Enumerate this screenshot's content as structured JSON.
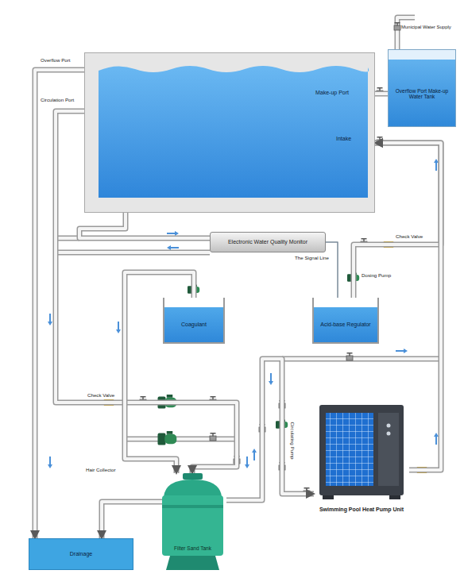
{
  "diagram": {
    "nodes": [
      {
        "text": [
          "Make-up Port",
          "Intake"
        ]
      },
      {
        "text": [
          "Overflow Port Make-up Water Tank"
        ]
      },
      {
        "text": [
          "Electronic Water Quality Monitor"
        ]
      },
      {
        "text": [
          "Coagulant"
        ]
      },
      {
        "text": [
          "Acid-base Regulator"
        ]
      },
      {
        "text": [
          "Swimming Pool Heat Pump Unit"
        ]
      },
      {
        "text": [
          "Filter Sand Tank"
        ]
      },
      {
        "text": [
          "Drainage"
        ]
      }
    ],
    "edges": [
      {
        "from": 1,
        "to": 0,
        "arrow": "none"
      },
      {
        "from": 0,
        "to": 7,
        "arrow": "to"
      },
      {
        "from": 0,
        "to": 6,
        "arrow": "to"
      },
      {
        "from": 2,
        "to": 0,
        "arrow": "none"
      },
      {
        "from": 2,
        "to": 4,
        "label": "The Signal Line",
        "arrow": "none"
      },
      {
        "from": 3,
        "to": 6,
        "arrow": "to"
      },
      {
        "from": 4,
        "to": 0,
        "arrow": "to"
      },
      {
        "from": 6,
        "to": 5,
        "arrow": "to"
      },
      {
        "from": 5,
        "to": 0,
        "arrow": "to"
      },
      {
        "from": 6,
        "to": 7,
        "arrow": "to"
      }
    ],
    "labels": [
      "Municipal Water Supply",
      "Overflow Port",
      "Circulation Port",
      "Check Valve",
      "Dosing Pump",
      "Check Valve",
      "Circulating Pump",
      "Hair Collector"
    ]
  }
}
